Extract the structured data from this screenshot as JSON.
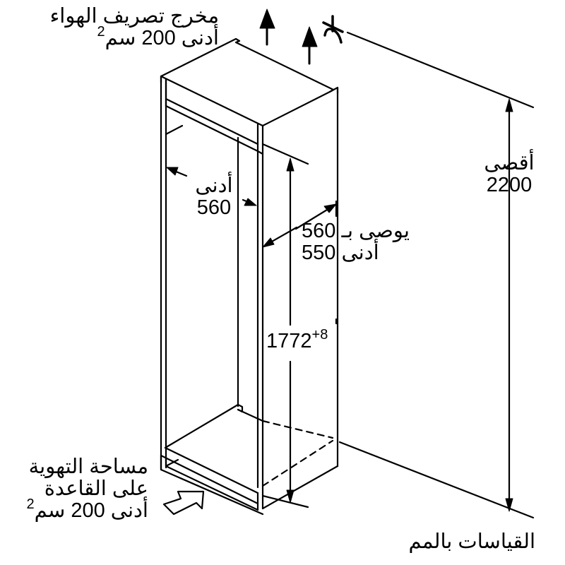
{
  "diagram": {
    "type": "built-in refrigerator niche installation dimensions",
    "line_color": "#000000",
    "background": "#ffffff"
  },
  "labels": {
    "air_outlet": {
      "line1": "مخرج تصريف الهواء",
      "line2_prefix": "أدنى 200 سم",
      "line2_sup": "2"
    },
    "base_ventilation": {
      "line1": "مساحة التهوية",
      "line2": "على القاعدة",
      "line3_prefix": "أدنى 200 سم",
      "line3_sup": "2"
    },
    "niche_width": {
      "line1": "أدنى",
      "line2": "560"
    },
    "niche_depth": {
      "line1": "يوصى بـ 560",
      "line2": "أدنى 550"
    },
    "max_height": {
      "line1": "أقصى",
      "line2": "2200"
    },
    "niche_height": {
      "value": "1772",
      "tolerance": "+8"
    },
    "units_note": "القياسات بالمم"
  },
  "icons": {
    "airflow_up_arrows": "arrow-up-icon",
    "ceiling_symbol": "ceiling-clearance-icon",
    "base_air_inlet_arrow": "airflow-inlet-arrow-icon"
  }
}
